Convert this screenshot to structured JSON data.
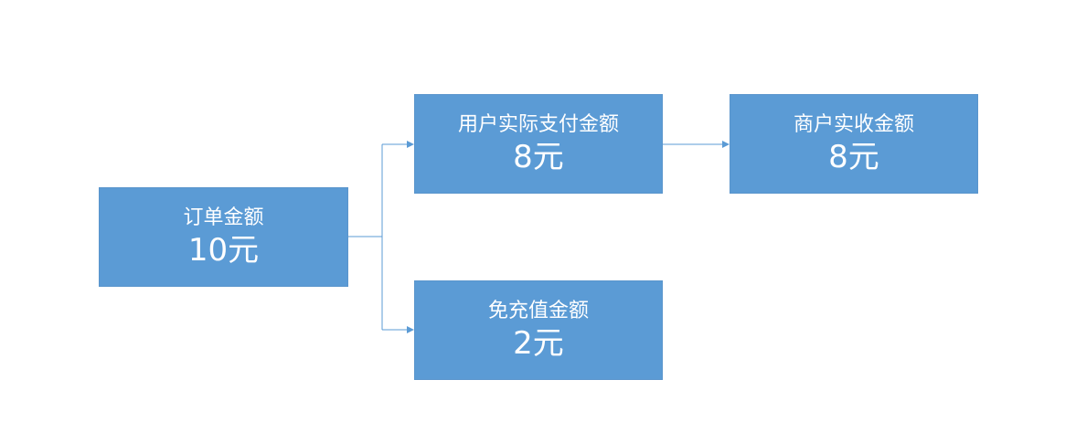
{
  "nodes": {
    "order": {
      "label": "订单金额",
      "value": "10元"
    },
    "user_paid": {
      "label": "用户实际支付金额",
      "value": "8元"
    },
    "merchant_received": {
      "label": "商户实收金额",
      "value": "8元"
    },
    "free_topup": {
      "label": "免充值金额",
      "value": "2元"
    }
  },
  "edges": [
    {
      "from": "order",
      "to": "user_paid"
    },
    {
      "from": "order",
      "to": "free_topup"
    },
    {
      "from": "user_paid",
      "to": "merchant_received"
    }
  ],
  "colors": {
    "box_fill": "#5b9bd5",
    "box_text": "#ffffff",
    "connector": "#5b9bd5"
  }
}
